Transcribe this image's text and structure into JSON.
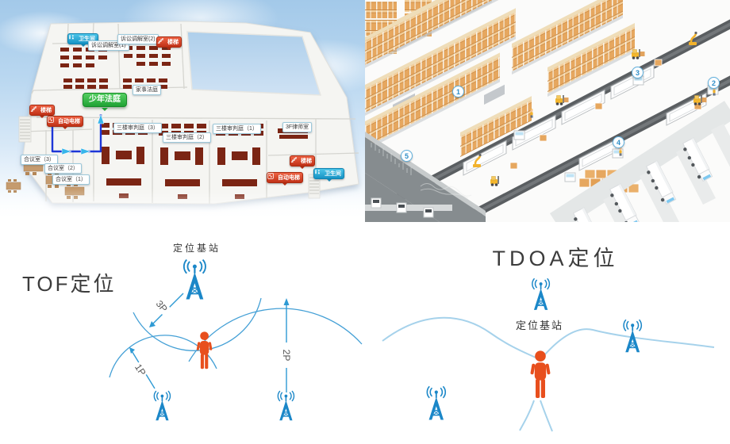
{
  "floor_plan": {
    "labels": [
      {
        "text": "卫生间"
      },
      {
        "text": "诉讼调解室(1)"
      },
      {
        "text": "诉讼调解室(2)"
      },
      {
        "text": "楼梯"
      },
      {
        "text": "少年法庭"
      },
      {
        "text": "楼梯"
      },
      {
        "text": "自动电梯"
      },
      {
        "text": "家事法庭"
      },
      {
        "text": "三楼审判庭（3）"
      },
      {
        "text": "三楼审判庭（2）"
      },
      {
        "text": "三楼审判庭（1）"
      },
      {
        "text": "3F律师室"
      },
      {
        "text": "合议室（3）"
      },
      {
        "text": "合议室（2）"
      },
      {
        "text": "合议室（1）"
      },
      {
        "text": "楼梯"
      },
      {
        "text": "自动电梯"
      },
      {
        "text": "卫生间"
      }
    ]
  },
  "warehouse": {
    "markers": [
      "1",
      "2",
      "3",
      "4",
      "5"
    ]
  },
  "tof": {
    "title": "TOF定位",
    "station_label": "定位基站",
    "distance_labels": [
      "3P",
      "1P",
      "2P"
    ]
  },
  "tdoa": {
    "title": "TDOA定位",
    "station_label": "定位基站"
  }
}
